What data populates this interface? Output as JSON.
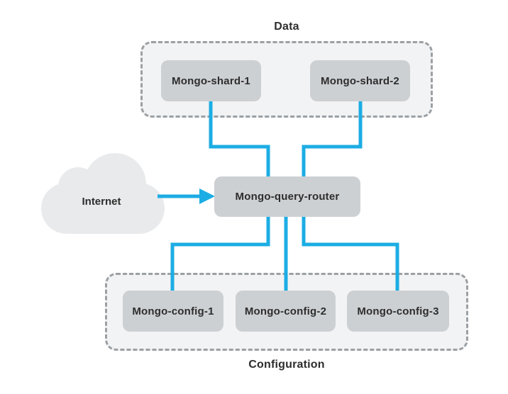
{
  "diagram": {
    "internet": {
      "label": "Internet"
    },
    "router": {
      "label": "Mongo-query-router"
    },
    "groups": {
      "data": {
        "label": "Data",
        "nodes": [
          {
            "label": "Mongo-shard-1"
          },
          {
            "label": "Mongo-shard-2"
          }
        ]
      },
      "configuration": {
        "label": "Configuration",
        "nodes": [
          {
            "label": "Mongo-config-1"
          },
          {
            "label": "Mongo-config-2"
          },
          {
            "label": "Mongo-config-3"
          }
        ]
      }
    },
    "connections": [
      {
        "from": "Internet",
        "to": "Mongo-query-router",
        "style": "arrow"
      },
      {
        "from": "Mongo-shard-1",
        "to": "Mongo-query-router",
        "style": "line"
      },
      {
        "from": "Mongo-shard-2",
        "to": "Mongo-query-router",
        "style": "line"
      },
      {
        "from": "Mongo-query-router",
        "to": "Mongo-config-1",
        "style": "line"
      },
      {
        "from": "Mongo-query-router",
        "to": "Mongo-config-2",
        "style": "line"
      },
      {
        "from": "Mongo-query-router",
        "to": "Mongo-config-3",
        "style": "line"
      }
    ],
    "colors": {
      "connector": "#1CADE4",
      "node_fill": "#CDD0D3",
      "group_fill": "#F2F3F4",
      "group_border": "#9BA0A4",
      "cloud_fill": "#E9EAEC",
      "text": "#2D2D2D",
      "background": "#FFFFFF"
    }
  }
}
